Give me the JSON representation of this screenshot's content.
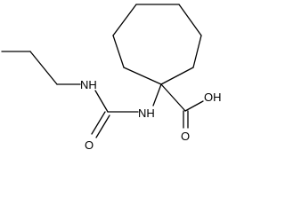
{
  "colors": {
    "background": "#ffffff",
    "bonds": "#000000",
    "labels": "#000000"
  },
  "atom_labels": {
    "amine_nh_propyl": "NH",
    "amine_nh_ring": "NH",
    "carbonyl_oxygen": "O",
    "carboxylic_acid": "OH",
    "carboxyl_oxygen": "O"
  }
}
